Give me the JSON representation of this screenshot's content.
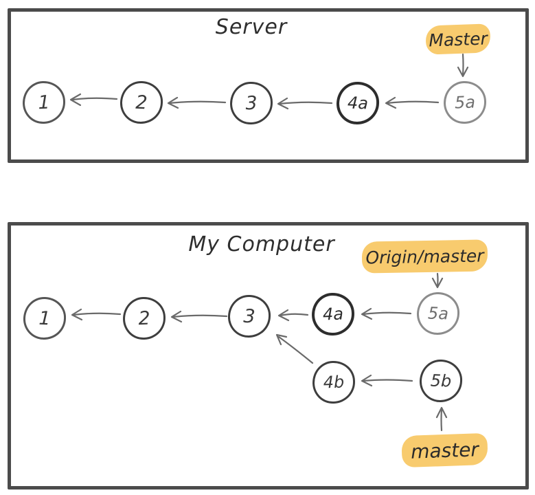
{
  "colors": {
    "highlight": "#F8CB6E",
    "ink": "#2E2E2E",
    "panel_border": "#4B4B4B",
    "arrow": "#6A6A6A"
  },
  "panels": [
    {
      "title": "Server",
      "nodes": [
        {
          "label": "1"
        },
        {
          "label": "2"
        },
        {
          "label": "3"
        },
        {
          "label": "4a"
        },
        {
          "label": "5a"
        }
      ],
      "branch_labels": [
        {
          "text": "Master",
          "points_to": "5a"
        }
      ],
      "edges": [
        "2->1",
        "3->2",
        "4a->3",
        "5a->4a"
      ]
    },
    {
      "title": "My Computer",
      "nodes": [
        {
          "label": "1"
        },
        {
          "label": "2"
        },
        {
          "label": "3"
        },
        {
          "label": "4a"
        },
        {
          "label": "5a"
        },
        {
          "label": "4b"
        },
        {
          "label": "5b"
        }
      ],
      "branch_labels": [
        {
          "text": "Origin/master",
          "points_to": "5a"
        },
        {
          "text": "master",
          "points_to": "5b"
        }
      ],
      "edges": [
        "2->1",
        "3->2",
        "4a->3",
        "5a->4a",
        "4b->3",
        "5b->4b"
      ]
    }
  ]
}
